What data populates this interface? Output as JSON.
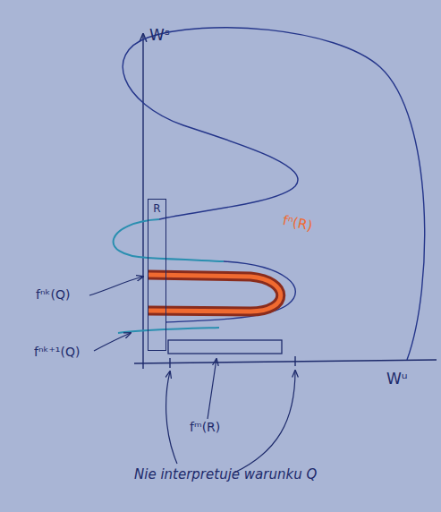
{
  "diagram": {
    "nodes": [
      {
        "text": [
          "R"
        ]
      }
    ],
    "labels": [
      "Wˢ",
      "Wᵘ",
      "fⁿ(R)",
      "fⁿᵏ(Q)",
      "fⁿᵏ⁺¹(Q)",
      "fᵐ(R)",
      "Nie interpretuje warunku Q"
    ]
  }
}
